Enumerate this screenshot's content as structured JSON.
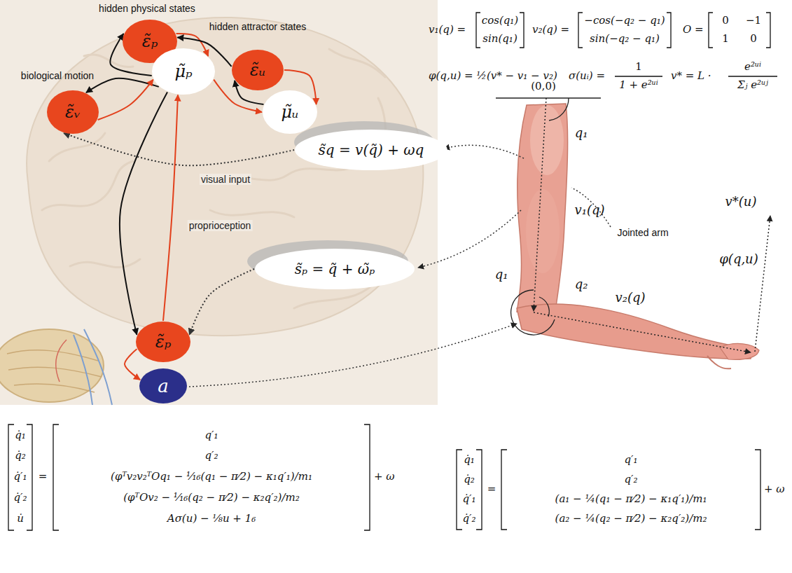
{
  "diagram": {
    "nodes": [
      {
        "text": [
          "ε̃ₚ"
        ]
      },
      {
        "text": [
          "μ̃ₚ"
        ]
      },
      {
        "text": [
          "ε̃ᵤ"
        ]
      },
      {
        "text": [
          "μ̃ᵤ"
        ]
      },
      {
        "text": [
          "ε̃ᵥ"
        ]
      },
      {
        "text": [
          "s̃q = v(q̃) + ωq"
        ]
      },
      {
        "text": [
          "s̃ₚ = q̃ + ω̃ₚ"
        ]
      },
      {
        "text": [
          "ε̃ₚ"
        ]
      },
      {
        "text": [
          "a"
        ]
      }
    ],
    "edges": [
      {
        "from": 1,
        "to": 0,
        "arrow": "to"
      },
      {
        "from": 0,
        "to": 1,
        "arrow": "to"
      },
      {
        "from": 2,
        "to": 0,
        "arrow": "to"
      },
      {
        "from": 2,
        "to": 3,
        "arrow": "to"
      },
      {
        "from": 3,
        "to": 2,
        "arrow": "to"
      },
      {
        "from": 1,
        "to": 3,
        "arrow": "to"
      },
      {
        "from": 1,
        "to": 4,
        "arrow": "to"
      },
      {
        "from": 4,
        "to": 1,
        "arrow": "to"
      },
      {
        "from": 5,
        "to": 4,
        "arrow": "to",
        "label": "visual input"
      },
      {
        "from": 1,
        "to": 7,
        "arrow": "to"
      },
      {
        "from": 7,
        "to": 1,
        "arrow": "to",
        "label": "proprioception"
      },
      {
        "from": 6,
        "to": 7,
        "arrow": "to"
      },
      {
        "from": 7,
        "to": 8,
        "arrow": "to"
      }
    ],
    "labels": [
      "hidden physical states",
      "hidden attractor states",
      "biological motion",
      "Jointed arm",
      "(0,0)",
      "q₁",
      "v₁(q)",
      "q₁",
      "q₂",
      "v₂(q)",
      "v*(u)",
      "φ(q,u)",
      "v₁(q) =",
      "cos(q₁)",
      "sin(q₁)",
      "v₂(q) =",
      "−cos(−q₂ − q₁)",
      "sin(−q₂ − q₁)",
      "O =",
      "0",
      "−1",
      "1",
      "0",
      "φ(q,u) = ½(v* − v₁ − v₂)",
      "σ(uᵢ) =",
      "1",
      "1 + e²ᵘⁱ",
      "v* = L ·",
      "e²ᵘⁱ",
      "Σⱼ e²ᵘʲ",
      "q̇₁",
      "q̇₂",
      "q̇′₁",
      "q̇′₂",
      "u̇",
      "=",
      "q′₁",
      "q′₂",
      "(φᵀv₂v₂ᵀOq₁ − ¹⁄₁₆(q₁ − π⁄2) − κ₁q′₁)/m₁",
      "(φᵀOv₂ − ¹⁄₁₆(q₂ − π⁄2) − κ₂q′₂)/m₂",
      "Aσ(u) − ⅛u + 1₆",
      "+ ω",
      "q̇₁",
      "q̇₂",
      "q̇′₁",
      "q̇′₂",
      "=",
      "q′₁",
      "q′₂",
      "(a₁ − ¼(q₁ − π⁄2) − κ₁q′₁)/m₁",
      "(a₂ − ¼(q₂ − π⁄2) − κ₂q′₂)/m₂",
      "+ ω"
    ]
  }
}
